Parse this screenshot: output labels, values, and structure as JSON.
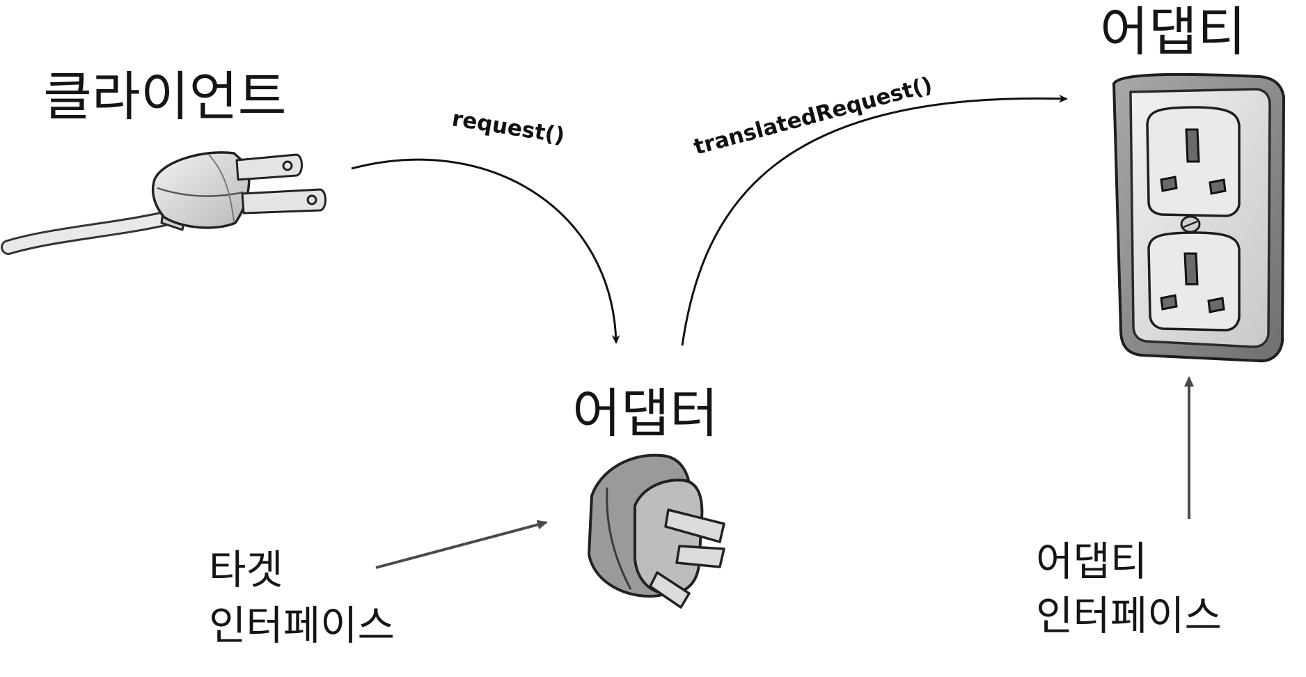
{
  "labels": {
    "client": "클라이언트",
    "adapter": "어댑터",
    "adaptee": "어댑티",
    "target_interface_line1": "타겟",
    "target_interface_line2": "인터페이스",
    "adaptee_interface_line1": "어댑티",
    "adaptee_interface_line2": "인터페이스"
  },
  "calls": {
    "request": "request()",
    "translated_request": "translatedRequest()"
  },
  "icons": {
    "client": "us-plug-icon",
    "adapter": "adapter-plug-icon",
    "adaptee": "uk-wall-outlet-icon"
  }
}
